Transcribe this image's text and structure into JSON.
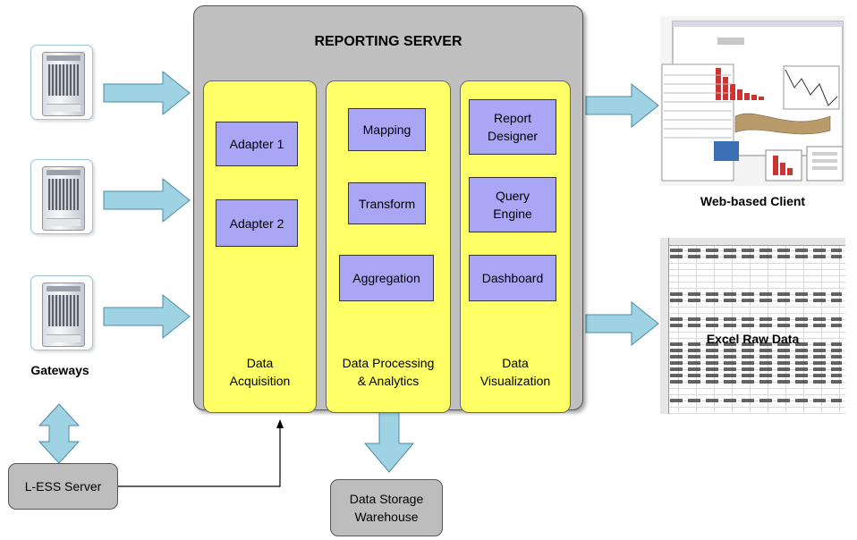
{
  "server": {
    "title": "REPORTING SERVER",
    "columns": [
      {
        "label": "Data\nAcquisition",
        "modules": [
          "Adapter 1",
          "Adapter 2"
        ]
      },
      {
        "label": "Data Processing\n& Analytics",
        "modules": [
          "Mapping",
          "Transform",
          "Aggregation"
        ]
      },
      {
        "label": "Data\nVisualization",
        "modules": [
          "Report\nDesigner",
          "Query\nEngine",
          "Dashboard"
        ]
      }
    ]
  },
  "gateways": {
    "caption": "Gateways",
    "count": 3
  },
  "less_server": {
    "label": "L-ESS Server"
  },
  "storage": {
    "label": "Data Storage\nWarehouse"
  },
  "outputs": {
    "web_client": "Web-based Client",
    "excel": "Excel Raw Data"
  },
  "colors": {
    "server_bg": "#c0c0c0",
    "column_bg": "#ffff66",
    "module_bg": "#a9a7f5",
    "arrow_fill": "#9fd3e3",
    "arrow_stroke": "#4a8aa6",
    "gray_box": "#bdbdbd"
  }
}
